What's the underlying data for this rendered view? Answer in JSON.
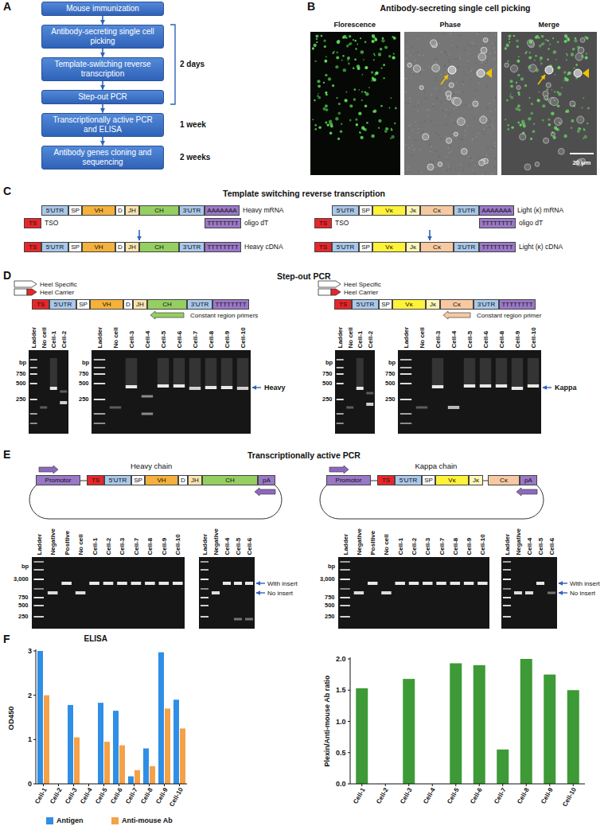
{
  "diagram": {
    "nodes": [
      {
        "text": [
          "Mouse immunization"
        ]
      },
      {
        "text": [
          "Antibody-secreting single cell picking"
        ]
      },
      {
        "text": [
          "Template-switching reverse transcription"
        ]
      },
      {
        "text": [
          "Step-out PCR"
        ]
      },
      {
        "text": [
          "Transcriptionally active PCR and ELISA"
        ]
      },
      {
        "text": [
          "Antibody genes cloning and sequencing"
        ]
      },
      {
        "text": [
          "5'UTR"
        ]
      },
      {
        "text": [
          "SP"
        ]
      },
      {
        "text": [
          "VH"
        ]
      },
      {
        "text": [
          "D"
        ]
      },
      {
        "text": [
          "JH"
        ]
      },
      {
        "text": [
          "CH"
        ]
      },
      {
        "text": [
          "3'UTR"
        ]
      },
      {
        "text": [
          "AAAAAAA"
        ]
      },
      {
        "text": [
          "TS"
        ]
      },
      {
        "text": [
          "TTTTTTTT"
        ]
      },
      {
        "text": [
          "TS"
        ]
      },
      {
        "text": [
          "5'UTR"
        ]
      },
      {
        "text": [
          "SP"
        ]
      },
      {
        "text": [
          "VH"
        ]
      },
      {
        "text": [
          "D"
        ]
      },
      {
        "text": [
          "JH"
        ]
      },
      {
        "text": [
          "CH"
        ]
      },
      {
        "text": [
          "3'UTR"
        ]
      },
      {
        "text": [
          "TTTTTTTT"
        ]
      },
      {
        "text": [
          "5'UTR"
        ]
      },
      {
        "text": [
          "SP"
        ]
      },
      {
        "text": [
          "Vκ"
        ]
      },
      {
        "text": [
          "Jκ"
        ]
      },
      {
        "text": [
          "Cκ"
        ]
      },
      {
        "text": [
          "3'UTR"
        ]
      },
      {
        "text": [
          "AAAAAAA"
        ]
      },
      {
        "text": [
          "TS"
        ]
      },
      {
        "text": [
          "TTTTTTTT"
        ]
      },
      {
        "text": [
          "TS"
        ]
      },
      {
        "text": [
          "5'UTR"
        ]
      },
      {
        "text": [
          "SP"
        ]
      },
      {
        "text": [
          "Vκ"
        ]
      },
      {
        "text": [
          "Jκ"
        ]
      },
      {
        "text": [
          "Cκ"
        ]
      },
      {
        "text": [
          "3'UTR"
        ]
      },
      {
        "text": [
          "TTTTTTTT"
        ]
      },
      {
        "text": [
          "TS"
        ]
      },
      {
        "text": [
          "5'UTR"
        ]
      },
      {
        "text": [
          "SP"
        ]
      },
      {
        "text": [
          "VH"
        ]
      },
      {
        "text": [
          "D"
        ]
      },
      {
        "text": [
          "JH"
        ]
      },
      {
        "text": [
          "CH"
        ]
      },
      {
        "text": [
          "3'UTR"
        ]
      },
      {
        "text": [
          "TTTTTTTT"
        ]
      },
      {
        "text": [
          "TS"
        ]
      },
      {
        "text": [
          "5'UTR"
        ]
      },
      {
        "text": [
          "SP"
        ]
      },
      {
        "text": [
          "Vκ"
        ]
      },
      {
        "text": [
          "Jκ"
        ]
      },
      {
        "text": [
          "Cκ"
        ]
      },
      {
        "text": [
          "3'UTR"
        ]
      },
      {
        "text": [
          "TTTTTTTT"
        ]
      },
      {
        "text": [
          "Promotor"
        ]
      },
      {
        "text": [
          "TS"
        ]
      },
      {
        "text": [
          "5'UTR"
        ]
      },
      {
        "text": [
          "SP"
        ]
      },
      {
        "text": [
          "VH"
        ]
      },
      {
        "text": [
          "D"
        ]
      },
      {
        "text": [
          "JH"
        ]
      },
      {
        "text": [
          "CH"
        ]
      },
      {
        "text": [
          "pA"
        ]
      },
      {
        "text": [
          "Promotor"
        ]
      },
      {
        "text": [
          "TS"
        ]
      },
      {
        "text": [
          "5'UTR"
        ]
      },
      {
        "text": [
          "SP"
        ]
      },
      {
        "text": [
          "Vκ"
        ]
      },
      {
        "text": [
          "Jκ"
        ]
      },
      {
        "text": [
          "Cκ"
        ]
      },
      {
        "text": [
          "pA"
        ]
      }
    ],
    "edges": [
      {
        "from": 0,
        "to": 1,
        "arrow": "to"
      },
      {
        "from": 1,
        "to": 2,
        "arrow": "to"
      },
      {
        "from": 2,
        "to": 3,
        "arrow": "to"
      },
      {
        "from": 3,
        "to": 4,
        "arrow": "to"
      },
      {
        "from": 4,
        "to": 5,
        "arrow": "to"
      }
    ],
    "labels": [
      "A",
      "2 days",
      "1 week",
      "2 weeks",
      "B",
      "Antibody-secreting single cell picking",
      "Florescence",
      "Phase",
      "Merge",
      "20 µm",
      "C",
      "Template switching reverse transcription",
      "Heavy mRNA",
      "TSO",
      "oligo dT",
      "Heavy cDNA",
      "Light (κ) mRNA",
      "TSO",
      "oligo dT",
      "Light (κ) cDNA",
      "D",
      "Step-out PCR",
      "Heel Specific",
      "Heel Carrier",
      "Constant region primers",
      "Heel Specific",
      "Heel Carrier",
      "Constant region primer",
      "Ladder",
      "No cell",
      "Cell-1",
      "Cell-2",
      "bp",
      "750",
      "500",
      "250",
      "Ladder",
      "No cell",
      "Cell-3",
      "Cell-4",
      "Cell-5",
      "Cell-6",
      "Cell-7",
      "Cell-8",
      "Cell-9",
      "Cell-10",
      "bp",
      "750",
      "500",
      "250",
      "Heavy",
      "Ladder",
      "No cell",
      "Cell-1",
      "Cell-2",
      "bp",
      "750",
      "500",
      "250",
      "Ladder",
      "No cell",
      "Cell-3",
      "Cell-4",
      "Cell-5",
      "Cell-6",
      "Cell-8",
      "Cell-9",
      "Cell-10",
      "bp",
      "750",
      "500",
      "250",
      "Kappa",
      "E",
      "Transcriptionally active PCR",
      "Heavy chain",
      "Ladder",
      "Negative",
      "Positive",
      "No cell",
      "Cell-1",
      "Cell-2",
      "Cell-3",
      "Cell-7",
      "Cell-8",
      "Cell-9",
      "Cell-10",
      "bp",
      "3,000",
      "750",
      "500",
      "250",
      "Ladder",
      "Negative",
      "Cell-4",
      "Cell-5",
      "Cell-6",
      "With insert",
      "No insert",
      "Kappa chain",
      "Ladder",
      "Negative",
      "Positive",
      "No cell",
      "Cell-1",
      "Cell-2",
      "Cell-3",
      "Cell-7",
      "Cell-8",
      "Cell-9",
      "Cell-10",
      "bp",
      "3,000",
      "750",
      "500",
      "250",
      "Ladder",
      "Negative",
      "Cell-4",
      "Cell-5",
      "Cell-6",
      "With insert",
      "No insert",
      "F",
      "ELISA",
      "OD450",
      "0",
      "1",
      "2",
      "3",
      "Cell-1",
      "Cell-2",
      "Cell-3",
      "Cell-4",
      "Cell-5",
      "Cell-6",
      "Cell-7",
      "Cell-8",
      "Cell-9",
      "Cell-10",
      "Plexin/Anti-mouse Ab ratio",
      "0.0",
      "0.5",
      "1.0",
      "1.5",
      "2.0",
      "Cell-1",
      "Cell-2",
      "Cell-3",
      "Cell-4",
      "Cell-5",
      "Cell-6",
      "Cell-7",
      "Cell-8",
      "Cell-9",
      "Cell-10"
    ],
    "legend": [
      {
        "text": "Antigen",
        "color": "#2f8fe6"
      },
      {
        "text": "Anti-mouse Ab",
        "color": "#f5a148"
      }
    ]
  }
}
